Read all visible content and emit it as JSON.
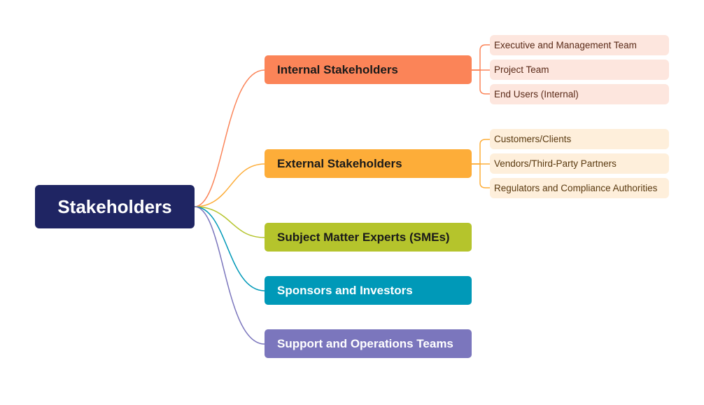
{
  "root": {
    "label": "Stakeholders",
    "color": "#1f2563"
  },
  "branches": [
    {
      "label": "Internal Stakeholders",
      "color": "#fb8458",
      "text_color": "#1a1a1a",
      "children": [
        {
          "label": "Executive and Management Team"
        },
        {
          "label": "Project Team"
        },
        {
          "label": "End Users (Internal)"
        }
      ],
      "child_bg": "#fde6de",
      "child_text": "#5a2a18"
    },
    {
      "label": "External Stakeholders",
      "color": "#fdad39",
      "text_color": "#1a1a1a",
      "children": [
        {
          "label": "Customers/Clients"
        },
        {
          "label": "Vendors/Third-Party Partners"
        },
        {
          "label": "Regulators and Compliance Authorities"
        }
      ],
      "child_bg": "#feefdb",
      "child_text": "#5a3a10"
    },
    {
      "label": "Subject Matter Experts (SMEs)",
      "color": "#b5c42c",
      "text_color": "#1a1a1a",
      "children": []
    },
    {
      "label": "Sponsors and Investors",
      "color": "#0099b8",
      "text_color": "#ffffff",
      "children": []
    },
    {
      "label": "Support and Operations Teams",
      "color": "#7b76bd",
      "text_color": "#ffffff",
      "children": []
    }
  ]
}
